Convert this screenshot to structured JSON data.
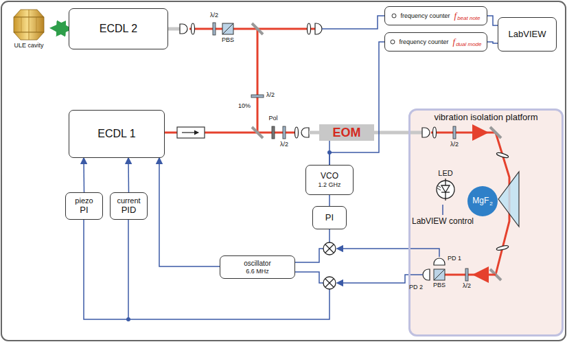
{
  "diagram": {
    "nodes": [
      {
        "text": [
          "ULE cavity"
        ]
      },
      {
        "text": [
          "ECDL 2"
        ]
      },
      {
        "text": [
          "frequency counter",
          "f",
          "beat note"
        ]
      },
      {
        "text": [
          "frequency counter",
          "f",
          "dual mode"
        ]
      },
      {
        "text": [
          "LabVIEW"
        ]
      },
      {
        "text": [
          "ECDL 1"
        ]
      },
      {
        "text": [
          "EOM"
        ]
      },
      {
        "text": [
          "vibration isolation platform"
        ]
      },
      {
        "text": [
          "LED"
        ],
        "in": 7
      },
      {
        "text": [
          "MgF",
          "2"
        ],
        "in": 7
      },
      {
        "text": [
          "VCO",
          "1.2 GHz"
        ]
      },
      {
        "text": [
          "PI"
        ]
      },
      {
        "text": [
          "piezo",
          "PI"
        ]
      },
      {
        "text": [
          "current",
          "PID"
        ]
      },
      {
        "text": [
          "oscillator",
          "6.6 MHz"
        ]
      }
    ],
    "edges": [
      {
        "from": 0,
        "to": 1,
        "arrow": "both"
      },
      {
        "from": 2,
        "to": 4,
        "arrow": "none"
      },
      {
        "from": 3,
        "to": 4,
        "arrow": "none"
      },
      {
        "from": 10,
        "to": 6,
        "arrow": "none"
      },
      {
        "from": 10,
        "to": 3,
        "arrow": "none"
      },
      {
        "from": 11,
        "to": 10,
        "arrow": "none"
      },
      {
        "from": 12,
        "to": 5,
        "arrow": "to"
      },
      {
        "from": 13,
        "to": 5,
        "arrow": "to"
      },
      {
        "from": 14,
        "to": 5,
        "arrow": "to"
      }
    ],
    "labels": [
      "λ/2",
      "PBS",
      "λ/2",
      "10%",
      "Pol",
      "λ/2",
      "λ/2",
      "LabVIEW control",
      "PD 1",
      "λ/2",
      "PD 2",
      "PBS"
    ]
  }
}
